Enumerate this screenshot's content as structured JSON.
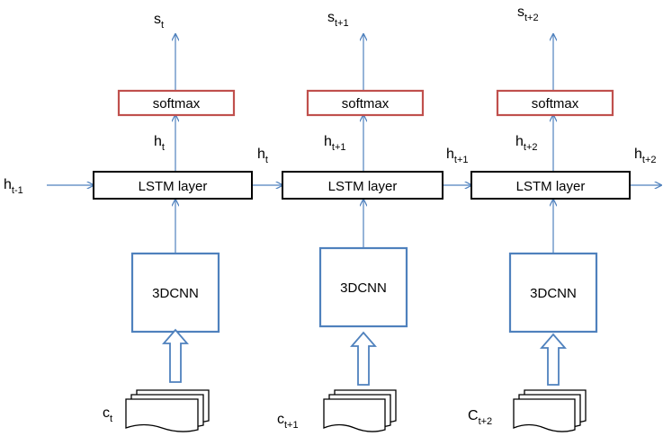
{
  "colors": {
    "arrow": "#4f81bd",
    "softmax_border": "#c0504d",
    "cnn_border": "#4f81bd",
    "lstm_border": "#000000"
  },
  "steps": [
    {
      "output": {
        "base": "s",
        "sub": "t"
      },
      "softmax": "softmax",
      "hidden_up": {
        "base": "h",
        "sub": "t"
      },
      "lstm": "LSTM layer",
      "cnn": "3DCNN",
      "input": {
        "base": "c",
        "sub": "t"
      },
      "incoming": {
        "base": "h",
        "sub": "t-1"
      },
      "outgoing": {
        "base": "h",
        "sub": "t"
      }
    },
    {
      "output": {
        "base": "s",
        "sub": "t+1"
      },
      "softmax": "softmax",
      "hidden_up": {
        "base": "h",
        "sub": "t+1"
      },
      "lstm": "LSTM layer",
      "cnn": "3DCNN",
      "input": {
        "base": "c",
        "sub": "t+1"
      },
      "outgoing": {
        "base": "h",
        "sub": "t+1"
      }
    },
    {
      "output": {
        "base": "s",
        "sub": "t+2"
      },
      "softmax": "softmax",
      "hidden_up": {
        "base": "h",
        "sub": "t+2"
      },
      "lstm": "LSTM layer",
      "cnn": "3DCNN",
      "input": {
        "base": "C",
        "sub": "t+2"
      },
      "outgoing": {
        "base": "h",
        "sub": "t+2"
      }
    }
  ]
}
